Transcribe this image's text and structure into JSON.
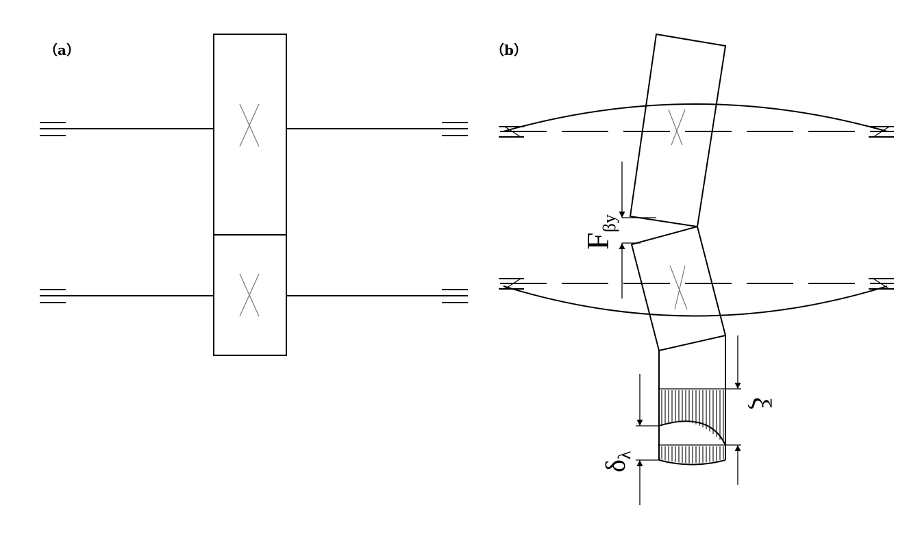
{
  "panels": {
    "a": {
      "label": "（a）"
    },
    "b": {
      "label": "（b）"
    }
  },
  "symbols": {
    "f_beta_y": {
      "main": "F",
      "sub": "βy"
    },
    "delta_lambda": {
      "main": "δ",
      "sub": "λ"
    },
    "xi": {
      "main": "ξ"
    }
  }
}
